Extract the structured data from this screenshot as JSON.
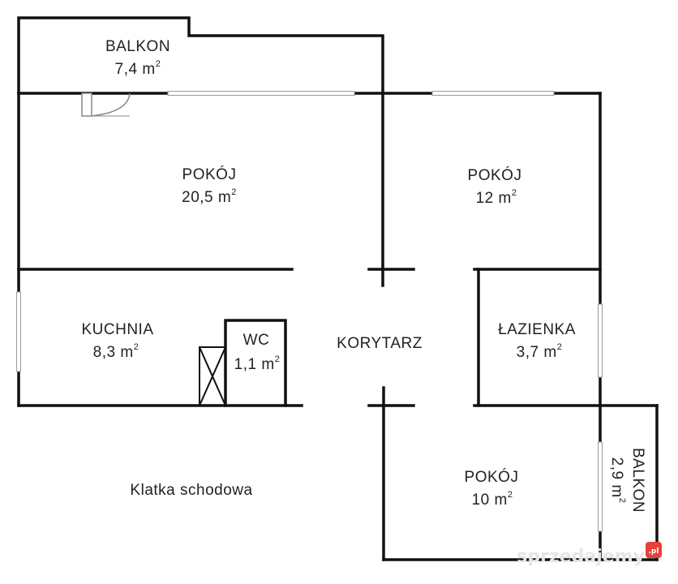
{
  "rooms": {
    "balkon_top": {
      "name": "BALKON",
      "area": "7,4 m",
      "unit_sup": "2"
    },
    "pokoj_large": {
      "name": "POKÓJ",
      "area": "20,5 m",
      "unit_sup": "2"
    },
    "pokoj_12": {
      "name": "POKÓJ",
      "area": "12 m",
      "unit_sup": "2"
    },
    "kuchnia": {
      "name": "KUCHNIA",
      "area": "8,3 m",
      "unit_sup": "2"
    },
    "wc": {
      "name": "WC",
      "area": "1,1 m",
      "unit_sup": "2"
    },
    "korytarz": {
      "name": "KORYTARZ"
    },
    "lazienka": {
      "name": "ŁAZIENKA",
      "area": "3,7 m",
      "unit_sup": "2"
    },
    "pokoj_10": {
      "name": "POKÓJ",
      "area": "10 m",
      "unit_sup": "2"
    },
    "balkon_right": {
      "name": "BALKON",
      "area": "2,9 m",
      "unit_sup": "2"
    }
  },
  "outside": {
    "stairwell": "Klatka schodowa"
  },
  "watermark": {
    "text": "sprzedajemy",
    "suffix": ".pl",
    "accent_color": "#e8413a"
  }
}
